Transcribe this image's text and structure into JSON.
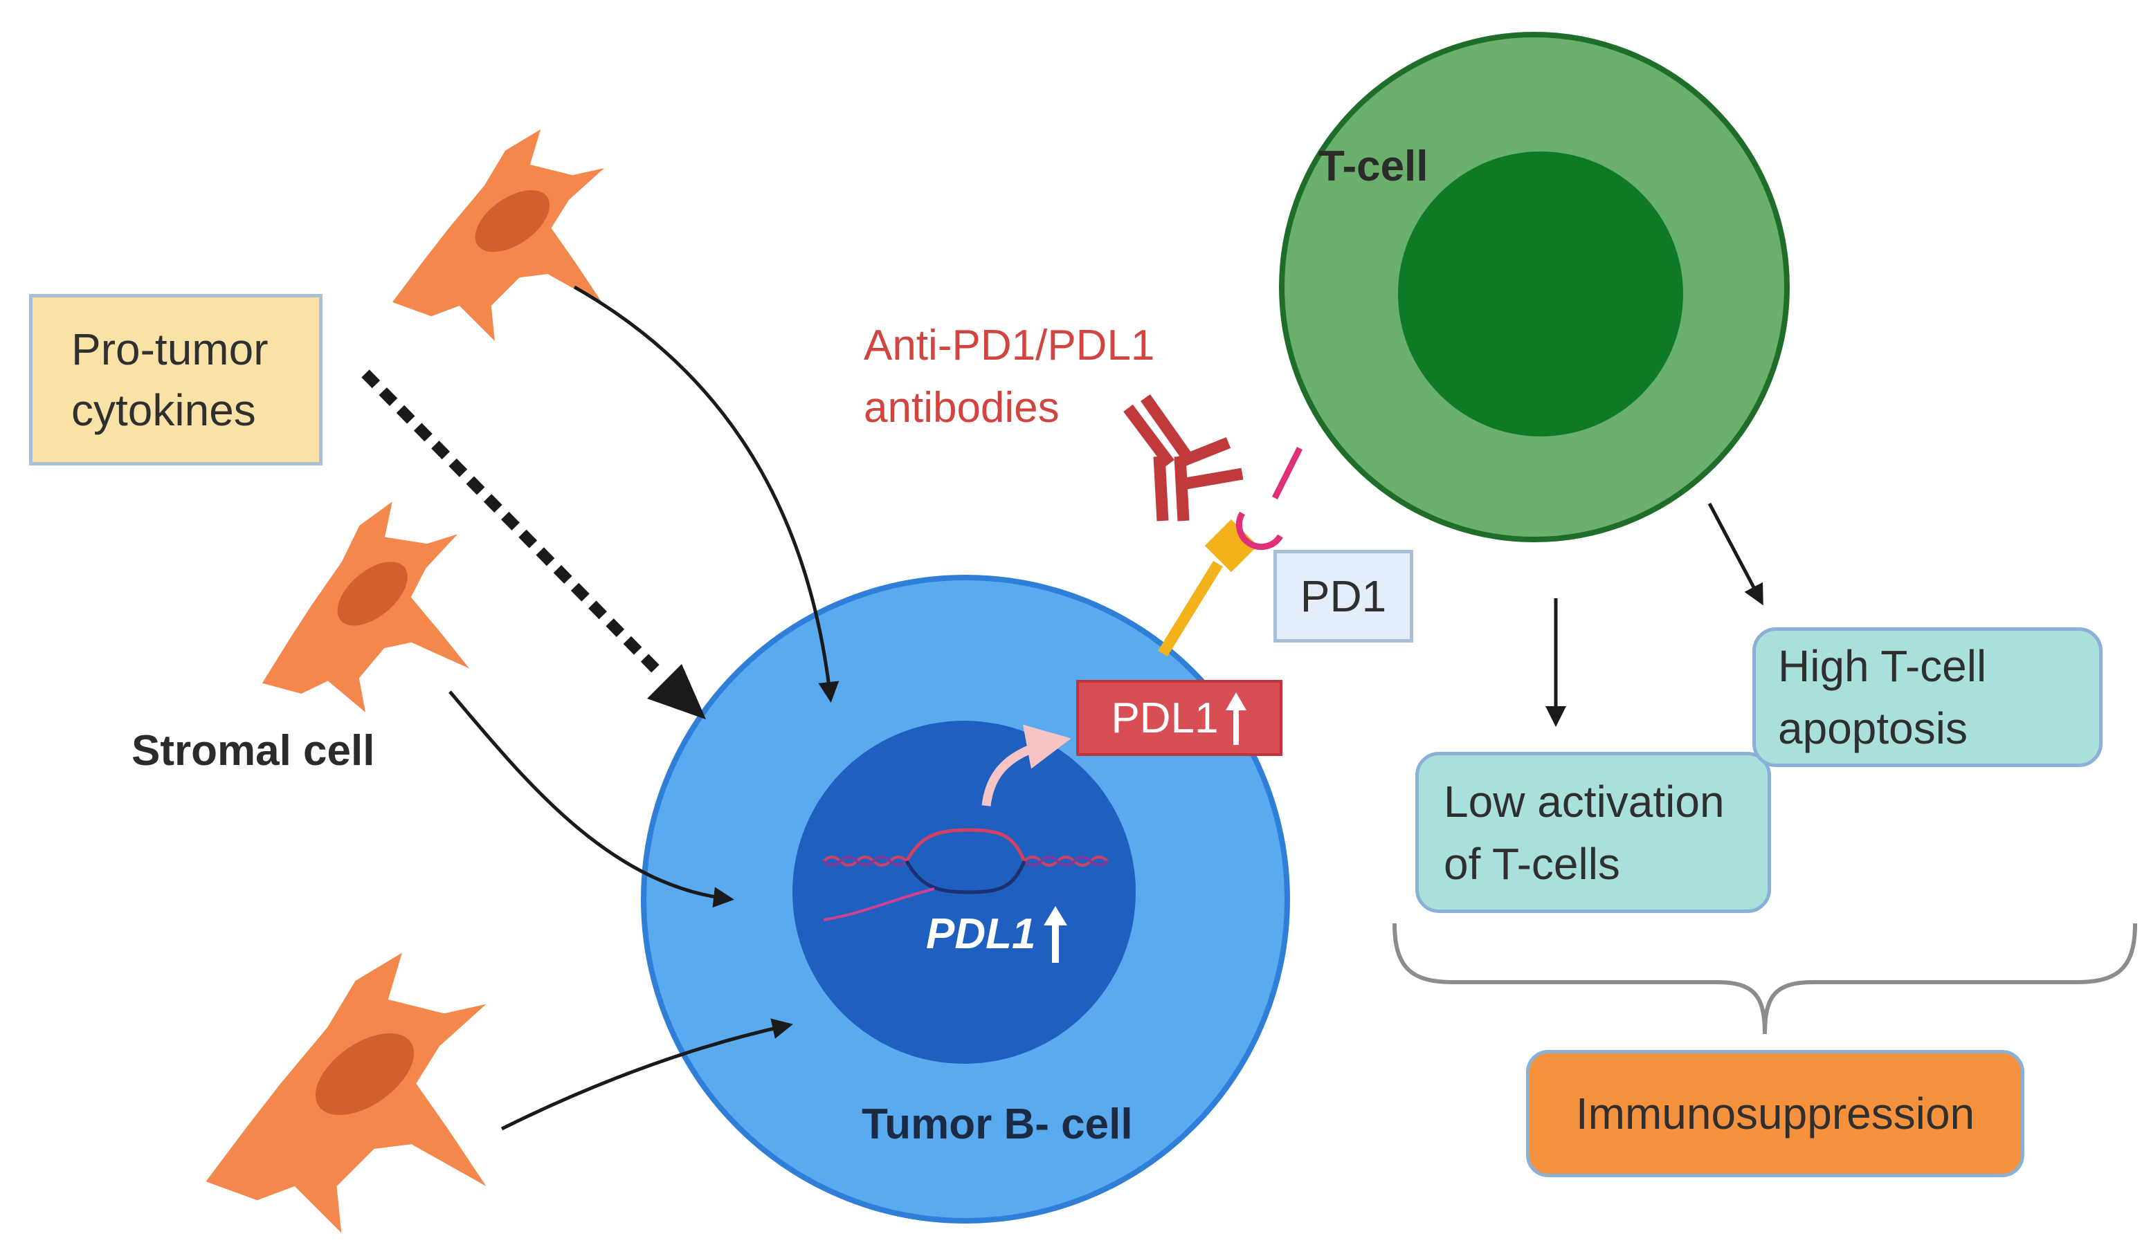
{
  "labels": {
    "cytokines_line1": "Pro-tumor",
    "cytokines_line2": "cytokines",
    "stromal_cell": "Stromal cell",
    "antibodies_line1": "Anti-PD1/PDL1",
    "antibodies_line2": "antibodies",
    "t_cell": "T-cell",
    "pd1": "PD1",
    "pdl1_protein": "PDL1",
    "pdl1_gene": "PDL1",
    "tumor_cell": "Tumor B- cell",
    "low_activation_line1": "Low activation",
    "low_activation_line2": "of T-cells",
    "apoptosis_line1": "High T-cell",
    "apoptosis_line2": "apoptosis",
    "immunosuppression": "Immunosuppression"
  },
  "colors": {
    "stromal_cell": "#f4874b",
    "stromal_nucleus": "#d2602e",
    "tumor_cell_outer": "#5aaaf0",
    "tumor_cell_border": "#2f7fd8",
    "tumor_nucleus": "#1e5fc0",
    "t_cell_outer": "#6aaf6c",
    "t_cell_border": "#1e6e2a",
    "t_cell_nucleus": "#0f7a25",
    "antibody": "#c0393b",
    "pdl1_ligand": "#f3b21a",
    "pd1_receptor": "#e0307a",
    "arrow": "#1a1a1a"
  }
}
